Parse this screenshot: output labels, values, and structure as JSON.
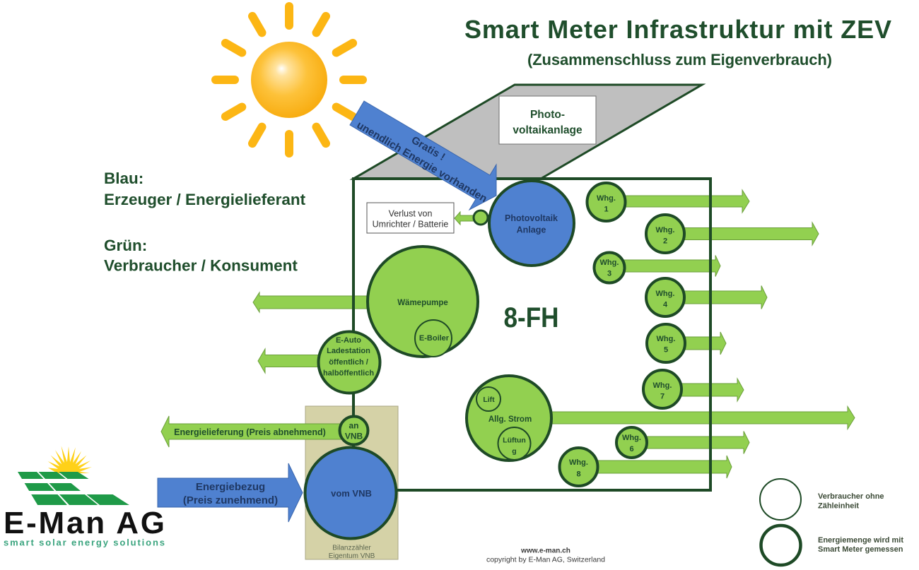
{
  "title": "Smart Meter Infrastruktur mit ZEV",
  "subtitle": "(Zusammenschluss zum Eigenverbrauch)",
  "color_legend": {
    "blue": {
      "heading": "Blau:",
      "text": "Erzeuger / Energielieferant"
    },
    "green": {
      "heading": "Grün:",
      "text": "Verbraucher / Konsument"
    }
  },
  "sun": {
    "icon": "sun-icon",
    "arrow_lines": [
      "Gratis !",
      "unendlich Energie vorhanden"
    ]
  },
  "roof": {
    "label_lines": [
      "Photo-",
      "voltaikanlage"
    ]
  },
  "building": {
    "label": "8-FH"
  },
  "loss_box": {
    "lines": [
      "Verlust von",
      "Umrichter / Batterie"
    ]
  },
  "producers": {
    "pv_plant": {
      "lines": [
        "Photovoltaik",
        "Anlage"
      ]
    },
    "grid_supply": {
      "label": "vom VNB"
    }
  },
  "consumers": {
    "heat_pump": {
      "label": "Wämepumpe"
    },
    "e_boiler": {
      "label": "E-Boiler"
    },
    "ev_charger": {
      "lines": [
        "E-Auto",
        "Ladestation",
        "öffentlich /",
        "halböffentlich"
      ]
    },
    "general_power": {
      "label": "Allg. Strom"
    },
    "lift": {
      "label": "Lift"
    },
    "ventilation": {
      "lines": [
        "Lüftun",
        "g"
      ]
    },
    "grid_feed_in": {
      "lines": [
        "an",
        "VNB"
      ]
    },
    "apartments": [
      {
        "prefix": "Whg.",
        "number": "1"
      },
      {
        "prefix": "Whg.",
        "number": "2"
      },
      {
        "prefix": "Whg.",
        "number": "3"
      },
      {
        "prefix": "Whg.",
        "number": "4"
      },
      {
        "prefix": "Whg.",
        "number": "5"
      },
      {
        "prefix": "Whg.",
        "number": "6"
      },
      {
        "prefix": "Whg.",
        "number": "7"
      },
      {
        "prefix": "Whg.",
        "number": "8"
      }
    ]
  },
  "flows": {
    "export": {
      "label": "Energielieferung (Preis abnehmend)"
    },
    "import": {
      "lines": [
        "Energiebezug",
        "(Preis zunehmend)"
      ]
    }
  },
  "meter_box": {
    "lines": [
      "Bilanzzähler",
      "Eigentum VNB"
    ]
  },
  "symbol_legend": [
    {
      "symbol": "thin-circle",
      "lines": [
        "Verbraucher ohne",
        "Zähleinheit"
      ]
    },
    {
      "symbol": "thick-circle",
      "lines": [
        "Energiemenge wird mit",
        "Smart Meter gemessen"
      ]
    }
  ],
  "footer": {
    "website": "www.e-man.ch",
    "copyright": "copyright by E-Man AG, Switzerland"
  },
  "logo": {
    "icon": "solar-panel-sun-logo-icon",
    "name": "E-Man AG",
    "tagline": "smart solar energy solutions"
  },
  "colors": {
    "dark_green": "#1e4a26",
    "text_green": "#1f4e2c",
    "consumer_green": "#92d050",
    "arrow_green_outline": "#6b9f3b",
    "producer_blue": "#4f81d0",
    "producer_blue_outline": "#3a66ad",
    "navy_text": "#1f3864",
    "sun_yellow": "#fcb614",
    "roof_gray": "#bfbfbf",
    "meter_box": "#d5d2a7",
    "meter_box_border": "#a9a683",
    "logo_green": "#1f9a48",
    "logo_sun": "#ffd119",
    "logo_tagline": "#3aa47e"
  }
}
